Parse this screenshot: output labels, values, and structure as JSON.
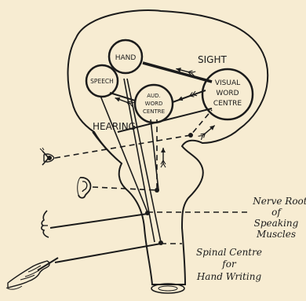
{
  "centres": {
    "hand": "HAND",
    "speech": "SPEECH",
    "aud_line1": "AUD.",
    "aud_line2": "WORD",
    "aud_line3": "CENTRE",
    "vis_line1": "VISUAL",
    "vis_line2": "WORD",
    "vis_line3": "CENTRE"
  },
  "labels": {
    "sight": "SIGHT",
    "hearing": "HEARING",
    "nerve_line1": "Nerve Roots",
    "nerve_line2": "of",
    "nerve_line3": "Speaking",
    "nerve_line4": "Muscles",
    "spinal_line1": "Spinal Centre",
    "spinal_line2": "for",
    "spinal_line3": "Hand Writing"
  },
  "icons": [
    "eye-icon",
    "ear-icon",
    "mouth-icon",
    "writing-hand-icon"
  ],
  "colors": {
    "ink": "#1b1b1b",
    "paper": "#f7ecd2"
  }
}
